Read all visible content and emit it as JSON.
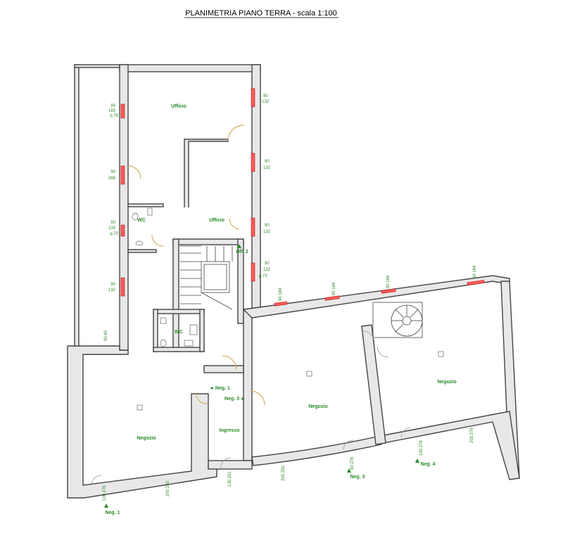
{
  "title": "PLANIMETRIA PIANO TERRA - scala 1:100",
  "rooms": {
    "ufficio_top": "Ufficio",
    "ufficio_mid": "Ufficio",
    "wc_upper": "WC",
    "wc_lower": "WC",
    "uff2": "Uff. 2",
    "neg1_arrow": "◄ Neg. 1",
    "neg3_arrow": "Neg. 3 ►",
    "negozio_left": "Negozio",
    "ingresso": "Ingresso",
    "negozio_mid": "Negozio",
    "negozio_right": "Negozio",
    "neg1_label": "Neg. 1",
    "neg3_label": "Neg. 3",
    "neg4_label": "Neg. 4"
  },
  "windows_left": [
    {
      "l1": "90",
      "l2": "183",
      "l3": "p.78"
    },
    {
      "l1": "90",
      "l2": "266",
      "l3": ""
    },
    {
      "l1": "50",
      "l2": "100",
      "l3": "p.70"
    },
    {
      "l1": "90",
      "l2": "132",
      "l3": ""
    }
  ],
  "windows_right": [
    {
      "l1": "90",
      "l2": "132",
      "l3": ""
    },
    {
      "l1": "90",
      "l2": "132",
      "l3": ""
    },
    {
      "l1": "90",
      "l2": "132",
      "l3": ""
    },
    {
      "l1": "90",
      "l2": "132",
      "l3": "p.73"
    }
  ],
  "small_dims": {
    "left_block_top": "90 60",
    "top_wall_1": "90 184",
    "top_wall_2": "90 184",
    "top_wall_3": "90 184",
    "top_wall_4": "90 184",
    "bottom_left_door": "100 276",
    "bottom_left_win": "200 250",
    "ingresso_door": "130 291",
    "bottom_mid_win": "200 250",
    "neg3_door": "90 276",
    "neg4_door": "100 276",
    "bottom_right_win": "200 276"
  }
}
